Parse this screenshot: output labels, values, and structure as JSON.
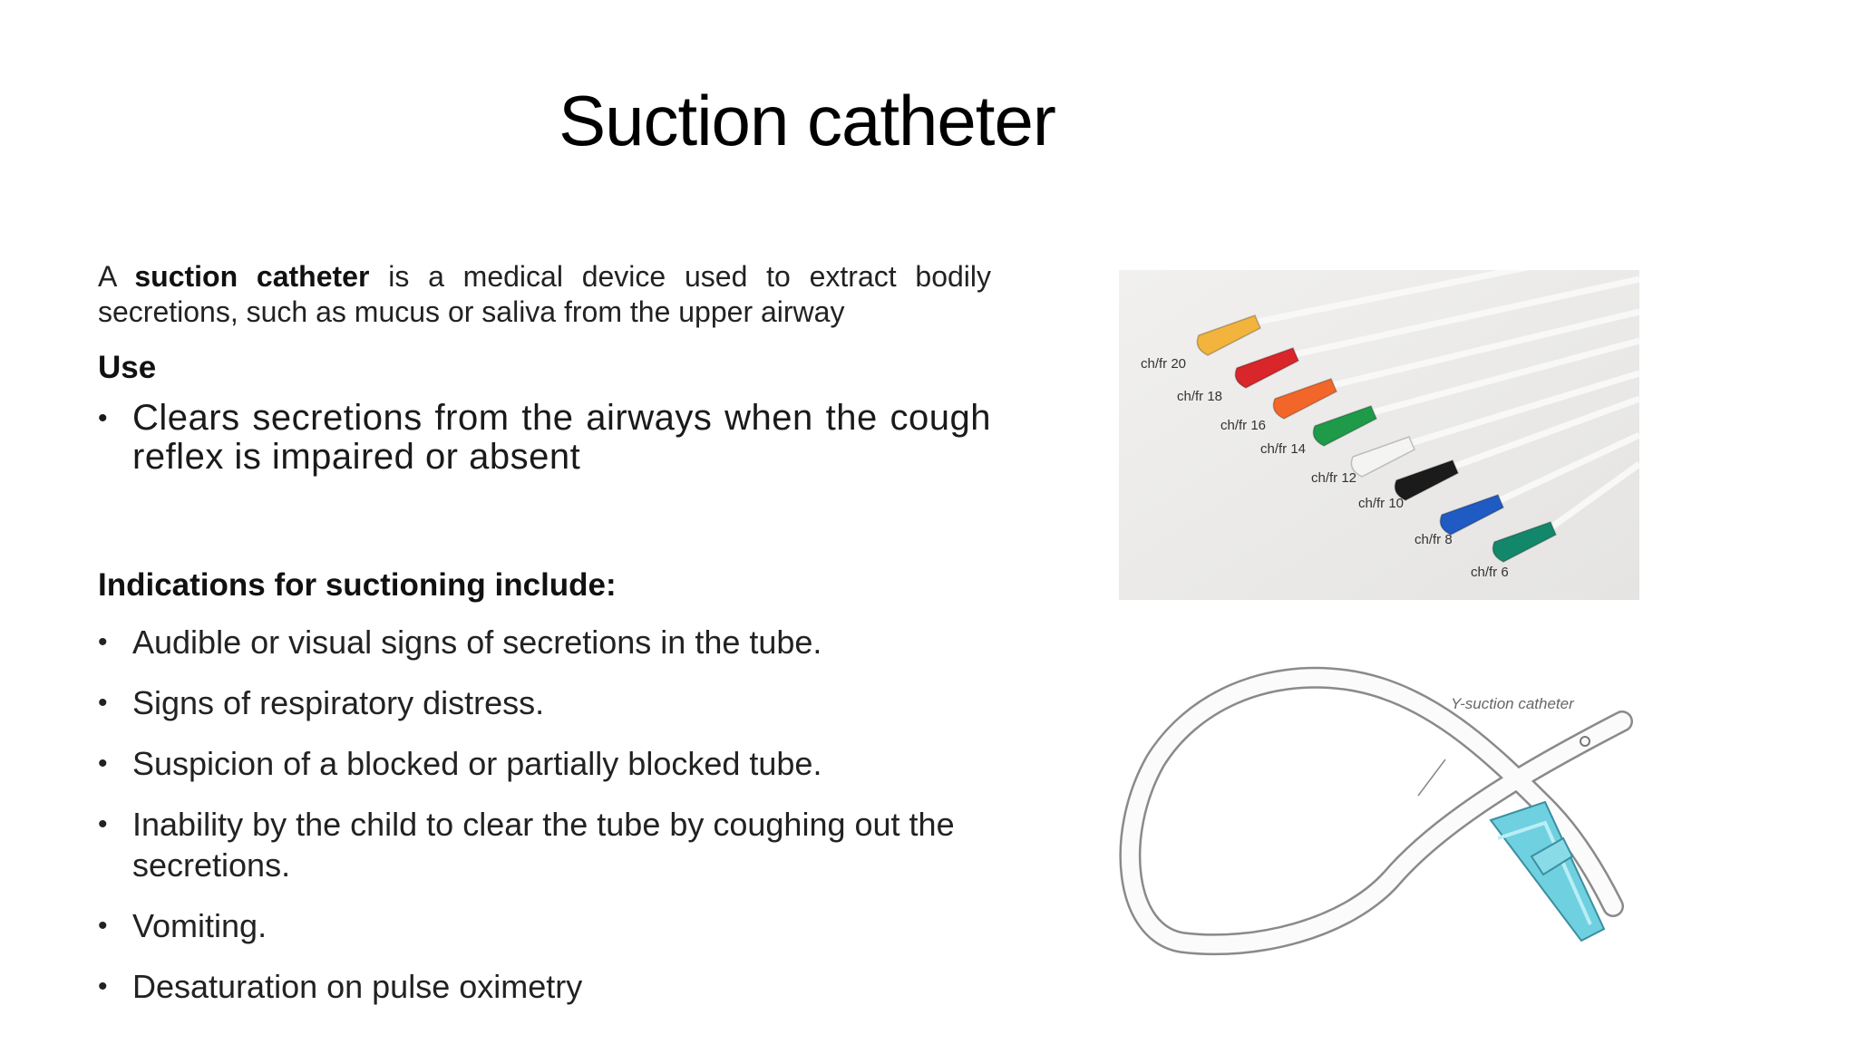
{
  "slide": {
    "title": "Suction catheter",
    "intro": {
      "prefix": "A",
      "term": "suction catheter",
      "rest": "is a medical device used to extract bodily secretions, such as mucus or saliva from the upper airway"
    },
    "use_heading": "Use",
    "use_items": [
      "Clears secretions from the airways when the cough reflex is impaired or absent"
    ],
    "indications_heading": "Indications for suctioning include:",
    "indications": [
      "Audible or visual signs of secretions in the tube.",
      "Signs of respiratory distress.",
      "Suspicion of a blocked or partially blocked tube.",
      "Inability by the child to clear the tube by coughing out the secretions.",
      "Vomiting.",
      "Desaturation on pulse oximetry"
    ],
    "bullet_glyph": "•"
  },
  "catheter_photo": {
    "sizes": [
      {
        "label": "ch/fr 20",
        "color": "#f2b43c"
      },
      {
        "label": "ch/fr 18",
        "color": "#d8262b"
      },
      {
        "label": "ch/fr 16",
        "color": "#f2662a"
      },
      {
        "label": "ch/fr 14",
        "color": "#1e9a48"
      },
      {
        "label": "ch/fr 12",
        "color": "#f4f4f2"
      },
      {
        "label": "ch/fr 10",
        "color": "#1b1b1b"
      },
      {
        "label": "ch/fr 8",
        "color": "#1f5bc2"
      },
      {
        "label": "ch/fr 6",
        "color": "#13876a"
      }
    ]
  },
  "diagram_photo": {
    "caption": "Y-suction catheter",
    "connector_color": "#6fd0e0"
  }
}
